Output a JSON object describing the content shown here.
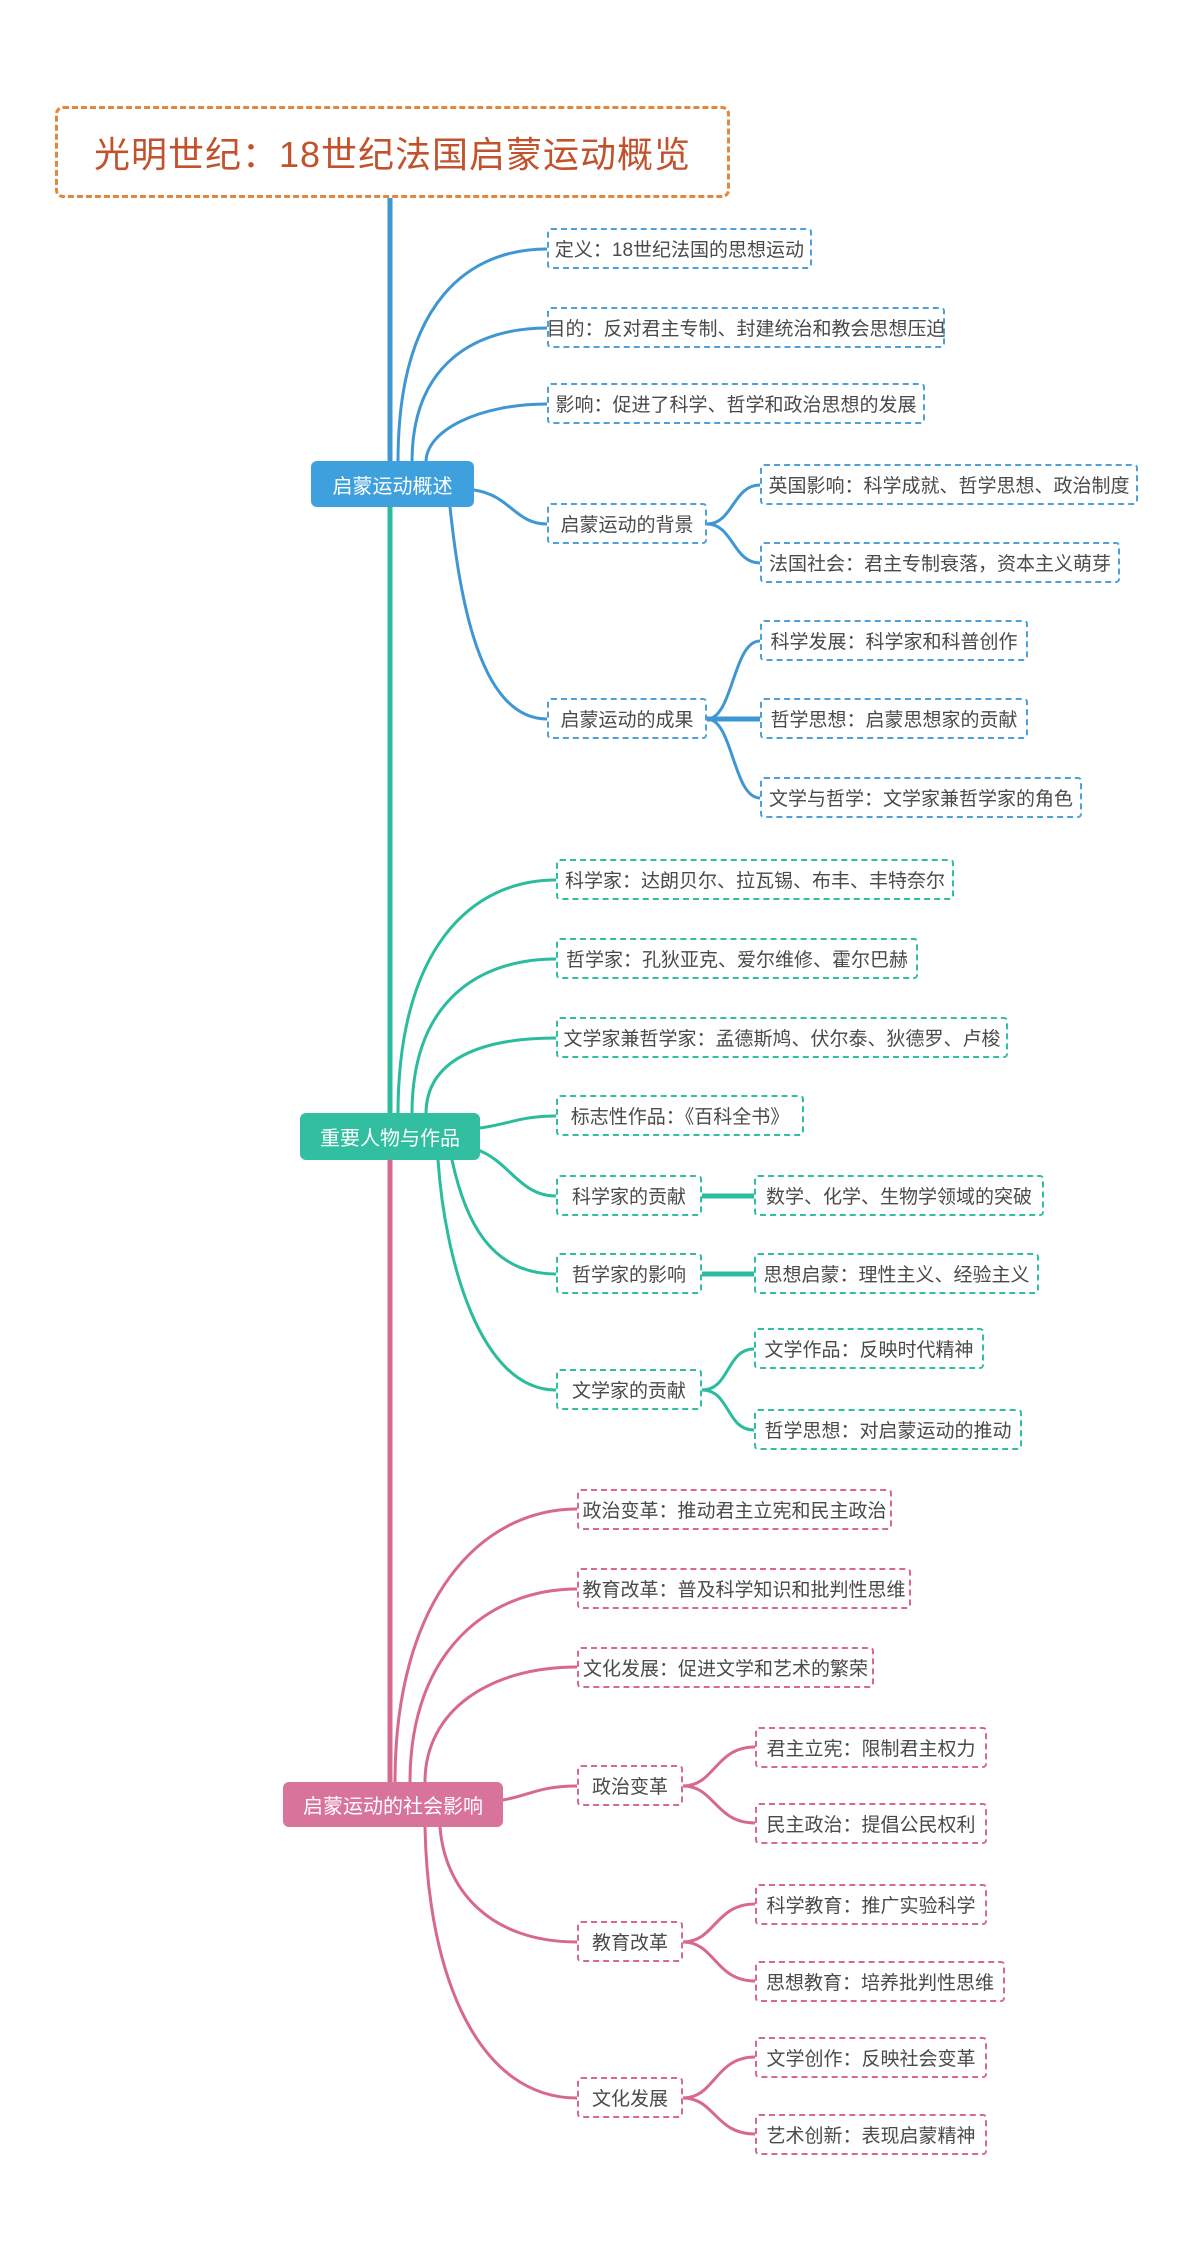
{
  "title": "光明世纪：18世纪法国启蒙运动概览",
  "colors": {
    "blue": "#3E97D3",
    "blue_node": "#3EA0DC",
    "green": "#2BBC9E",
    "green_node": "#32BFA1",
    "pink": "#D7688F",
    "pink_node": "#D8739B",
    "title_border": "#E08840",
    "title_text": "#C2512C"
  },
  "branches": [
    {
      "label": "启蒙运动概述",
      "children": [
        {
          "label": "定义：18世纪法国的思想运动"
        },
        {
          "label": "目的：反对君主专制、封建统治和教会思想压迫"
        },
        {
          "label": "影响：促进了科学、哲学和政治思想的发展"
        },
        {
          "label": "启蒙运动的背景",
          "children": [
            {
              "label": "英国影响：科学成就、哲学思想、政治制度"
            },
            {
              "label": "法国社会：君主专制衰落，资本主义萌芽"
            }
          ]
        },
        {
          "label": "启蒙运动的成果",
          "children": [
            {
              "label": "科学发展：科学家和科普创作"
            },
            {
              "label": "哲学思想：启蒙思想家的贡献"
            },
            {
              "label": "文学与哲学：文学家兼哲学家的角色"
            }
          ]
        }
      ]
    },
    {
      "label": "重要人物与作品",
      "children": [
        {
          "label": "科学家：达朗贝尔、拉瓦锡、布丰、丰特奈尔"
        },
        {
          "label": "哲学家：孔狄亚克、爱尔维修、霍尔巴赫"
        },
        {
          "label": "文学家兼哲学家：孟德斯鸠、伏尔泰、狄德罗、卢梭"
        },
        {
          "label": "标志性作品：《百科全书》"
        },
        {
          "label": "科学家的贡献",
          "children": [
            {
              "label": "数学、化学、生物学领域的突破"
            }
          ]
        },
        {
          "label": "哲学家的影响",
          "children": [
            {
              "label": "思想启蒙：理性主义、经验主义"
            }
          ]
        },
        {
          "label": "文学家的贡献",
          "children": [
            {
              "label": "文学作品：反映时代精神"
            },
            {
              "label": "哲学思想：对启蒙运动的推动"
            }
          ]
        }
      ]
    },
    {
      "label": "启蒙运动的社会影响",
      "children": [
        {
          "label": "政治变革：推动君主立宪和民主政治"
        },
        {
          "label": "教育改革：普及科学知识和批判性思维"
        },
        {
          "label": "文化发展：促进文学和艺术的繁荣"
        },
        {
          "label": "政治变革",
          "children": [
            {
              "label": "君主立宪：限制君主权力"
            },
            {
              "label": "民主政治：提倡公民权利"
            }
          ]
        },
        {
          "label": "教育改革",
          "children": [
            {
              "label": "科学教育：推广实验科学"
            },
            {
              "label": "思想教育：培养批判性思维"
            }
          ]
        },
        {
          "label": "文化发展",
          "children": [
            {
              "label": "文学创作：反映社会变革"
            },
            {
              "label": "艺术创新：表现启蒙精神"
            }
          ]
        }
      ]
    }
  ]
}
